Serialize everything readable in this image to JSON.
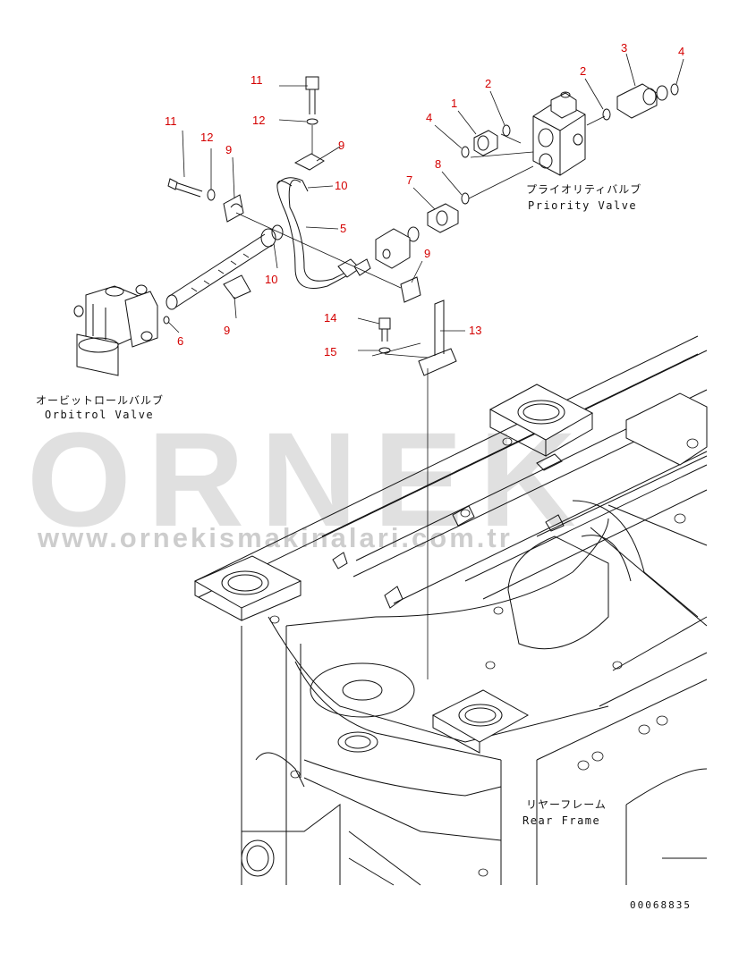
{
  "callouts": [
    {
      "id": "c11a",
      "text": "11"
    },
    {
      "id": "c12a",
      "text": "12"
    },
    {
      "id": "c9a",
      "text": "9"
    },
    {
      "id": "c11b",
      "text": "11"
    },
    {
      "id": "c12b",
      "text": "12"
    },
    {
      "id": "c9b",
      "text": "9"
    },
    {
      "id": "c10a",
      "text": "10"
    },
    {
      "id": "c5",
      "text": "5"
    },
    {
      "id": "c10b",
      "text": "10"
    },
    {
      "id": "c9c",
      "text": "9"
    },
    {
      "id": "c6",
      "text": "6"
    },
    {
      "id": "c9d",
      "text": "9"
    },
    {
      "id": "c14",
      "text": "14"
    },
    {
      "id": "c15",
      "text": "15"
    },
    {
      "id": "c13",
      "text": "13"
    },
    {
      "id": "c4a",
      "text": "4"
    },
    {
      "id": "c1",
      "text": "1"
    },
    {
      "id": "c2a",
      "text": "2"
    },
    {
      "id": "c8",
      "text": "8"
    },
    {
      "id": "c7",
      "text": "7"
    },
    {
      "id": "c3",
      "text": "3"
    },
    {
      "id": "c2b",
      "text": "2"
    },
    {
      "id": "c4b",
      "text": "4"
    }
  ],
  "labels": {
    "priority_jp": "プライオリティバルブ",
    "priority_en": "Priority Valve",
    "orbitrol_jp": "オービットロールバルブ",
    "orbitrol_en": "Orbitrol Valve",
    "rear_jp": "リヤーフレーム",
    "rear_en": "Rear Frame"
  },
  "watermark": {
    "brand": "ORNEK",
    "url": "www.ornekismakinalari.com.tr"
  },
  "doc_number": "00068835",
  "colors": {
    "callout": "#d40000",
    "watermark": "#c8c8c8",
    "line": "#111111"
  }
}
